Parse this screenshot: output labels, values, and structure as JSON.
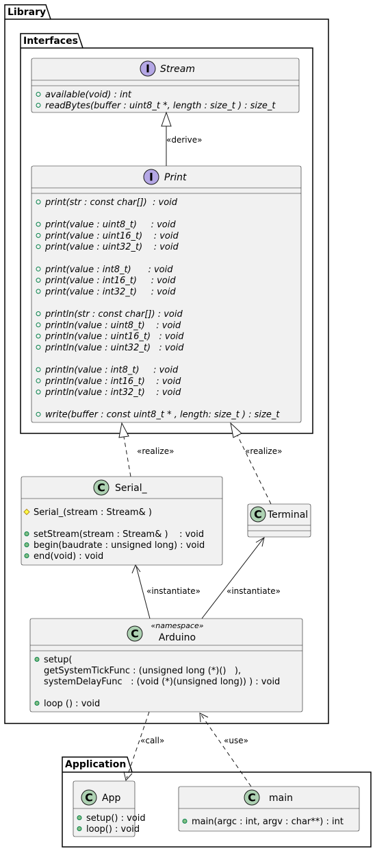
{
  "packages": {
    "library": "Library",
    "interfaces": "Interfaces",
    "application": "Application"
  },
  "classes": {
    "stream": {
      "glyph": "I",
      "name": "Stream",
      "members": [
        "available(void) : int",
        "readBytes(buffer : uint8_t *, length : size_t ) : size_t"
      ]
    },
    "print": {
      "glyph": "I",
      "name": "Print",
      "members": [
        "print(str : const char[])  : void",
        "",
        "print(value : uint8_t)     : void",
        "print(value : uint16_t)    : void",
        "print(value : uint32_t)    : void",
        "",
        "print(value : int8_t)      : void",
        "print(value : int16_t)     : void",
        "print(value : int32_t)     : void",
        "",
        "println(str : const char[]) : void",
        "println(value : uint8_t)    : void",
        "println(value : uint16_t)   : void",
        "println(value : uint32_t)   : void",
        "",
        "println(value : int8_t)     : void",
        "println(value : int16_t)    : void",
        "println(value : int32_t)    : void",
        "",
        "write(buffer : const uint8_t * , length: size_t ) : size_t"
      ]
    },
    "serial": {
      "glyph": "C",
      "name": "Serial_",
      "members": [
        "Serial_(stream : Stream& )",
        "",
        "setStream(stream : Stream& )    : void",
        "begin(baudrate : unsigned long) : void",
        "end(void) : void"
      ]
    },
    "terminal": {
      "glyph": "C",
      "name": "Terminal"
    },
    "arduino": {
      "glyph": "C",
      "stereotype": "«namespace»",
      "name": "Arduino",
      "members": [
        "setup(",
        "getSystemTickFunc : (unsigned long (*)()   ),",
        "systemDelayFunc   : (void (*)(unsigned long)) ) : void",
        "",
        "loop () : void"
      ]
    },
    "app": {
      "glyph": "C",
      "name": "App",
      "members": [
        "setup() : void",
        "loop() : void"
      ]
    },
    "main": {
      "glyph": "C",
      "name": "main",
      "members": [
        "main(argc : int, argv : char**) : int"
      ]
    }
  },
  "relations": {
    "derive": "«derive»",
    "realize_serial": "«realize»",
    "realize_terminal": "«realize»",
    "instantiate_serial": "«instantiate»",
    "instantiate_terminal": "«instantiate»",
    "call": "«call»",
    "use": "«use»"
  }
}
